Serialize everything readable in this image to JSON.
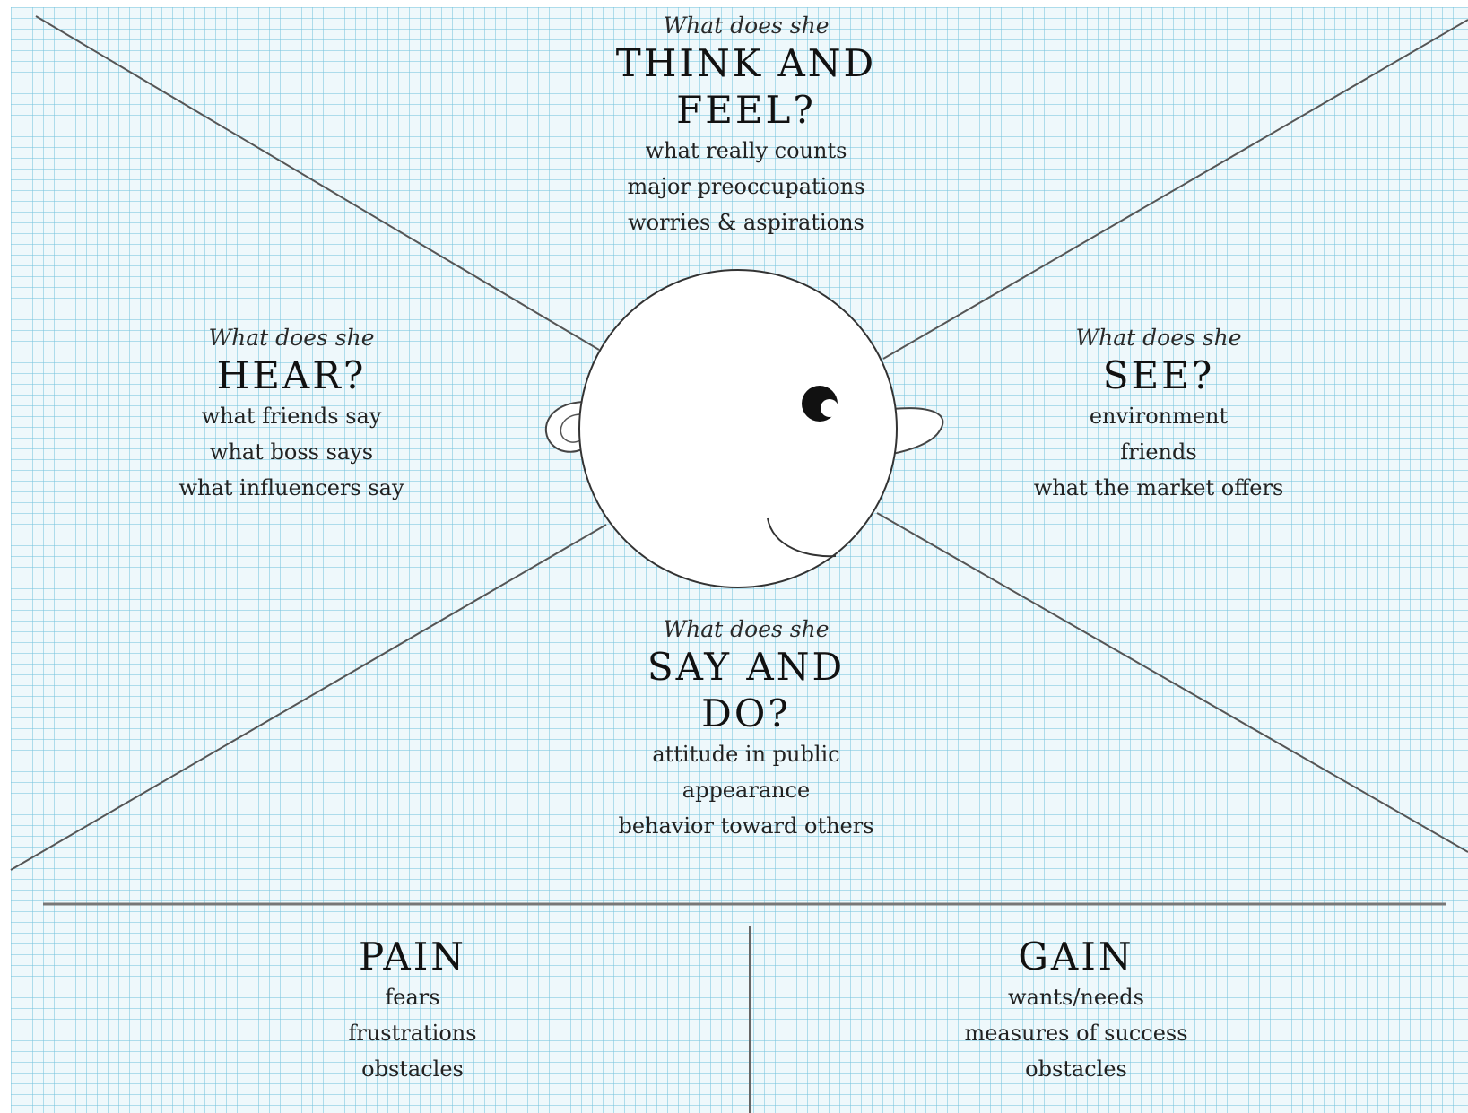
{
  "think_feel": {
    "ask": "What does she",
    "heading_line1": "THINK AND",
    "heading_line2": "FEEL?",
    "items": [
      "what really counts",
      "major preoccupations",
      "worries & aspirations"
    ]
  },
  "hear": {
    "ask": "What does she",
    "heading": "HEAR?",
    "items": [
      "what friends say",
      "what boss says",
      "what influencers say"
    ]
  },
  "see": {
    "ask": "What does she",
    "heading": "SEE?",
    "items": [
      "environment",
      "friends",
      "what the market offers"
    ]
  },
  "say_do": {
    "ask": "What does she",
    "heading_line1": "SAY AND",
    "heading_line2": "DO?",
    "items": [
      "attitude in public",
      "appearance",
      "behavior toward others"
    ]
  },
  "pain": {
    "heading": "PAIN",
    "items": [
      "fears",
      "frustrations",
      "obstacles"
    ]
  },
  "gain": {
    "heading": "GAIN",
    "items": [
      "wants/needs",
      "measures of success",
      "obstacles"
    ]
  },
  "colors": {
    "grid_background": "#eef8fb",
    "grid_line": "#78c4de",
    "ink": "#111111"
  }
}
